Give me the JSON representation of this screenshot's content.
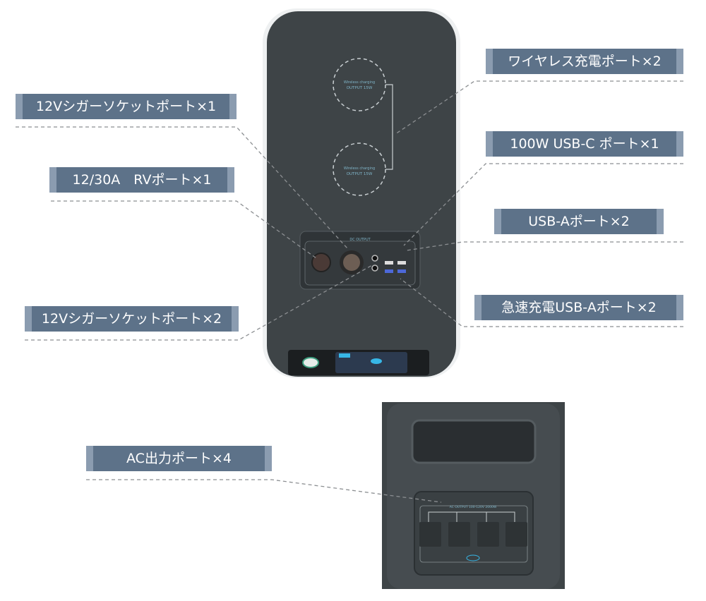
{
  "callouts": [
    {
      "id": "wireless",
      "label": "ワイヤレス充電ポート×2"
    },
    {
      "id": "cigar1",
      "label": "12Vシガーソケットポート×1"
    },
    {
      "id": "usbc",
      "label": "100W USB-C ポート×1"
    },
    {
      "id": "rv",
      "label": "12/30A　RVポート×1"
    },
    {
      "id": "usba",
      "label": "USB-Aポート×2"
    },
    {
      "id": "fastusba",
      "label": "急速充電USB-Aポート×2"
    },
    {
      "id": "cigar2",
      "label": "12Vシガーソケットポート×2"
    },
    {
      "id": "ac",
      "label": "AC出力ポート×4"
    }
  ],
  "device_text": {
    "wireless_1": "Wireless charging",
    "wireless_2": "OUTPUT 15W",
    "dc_output": "DC OUTPUT",
    "ac_output": "AC OUTPUT 100-120V 2000W"
  },
  "colors": {
    "label_bg": "#5d7289",
    "body": "#3d4347"
  }
}
